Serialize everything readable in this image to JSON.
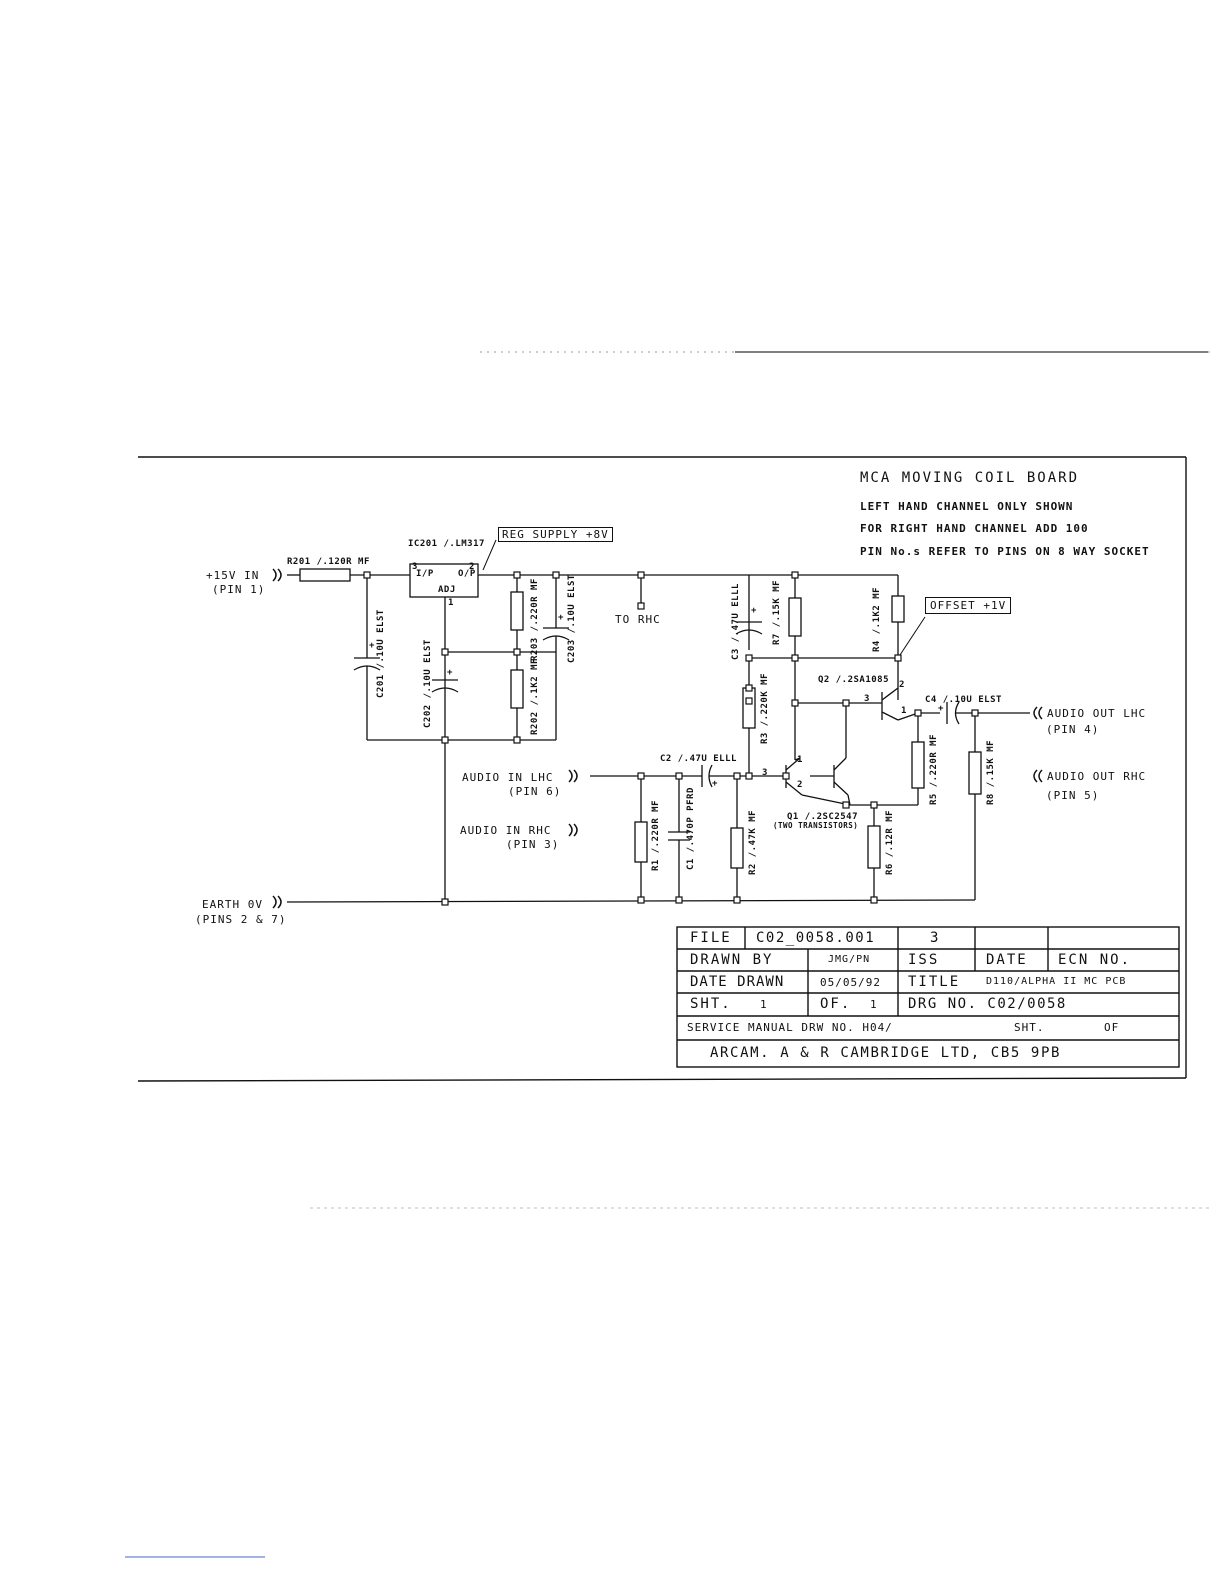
{
  "header": {
    "title": "MCA MOVING COIL BOARD",
    "note1": "LEFT HAND CHANNEL ONLY SHOWN",
    "note2": "FOR RIGHT HAND CHANNEL ADD 100",
    "note3": "PIN No.s REFER TO PINS ON 8 WAY SOCKET"
  },
  "connectors": {
    "v15_in": "+15V IN",
    "v15_pin": "(PIN 1)",
    "earth": "EARTH 0V",
    "earth_pins": "(PINS 2 & 7)",
    "audio_in_lhc": "AUDIO IN LHC",
    "audio_in_lhc_pin": "(PIN 6)",
    "audio_in_rhc": "AUDIO IN RHC",
    "audio_in_rhc_pin": "(PIN 3)",
    "audio_out_lhc": "AUDIO OUT LHC",
    "audio_out_lhc_pin": "(PIN 4)",
    "audio_out_rhc": "AUDIO OUT RHC",
    "audio_out_rhc_pin": "(PIN 5)",
    "to_rhc": "TO RHC"
  },
  "callouts": {
    "reg_supply": "REG SUPPLY +8V",
    "offset": "OFFSET +1V"
  },
  "regulator": {
    "name": "IC201 /.LM317",
    "in": "I/P",
    "out": "O/P",
    "adj": "ADJ",
    "pin1": "1",
    "pin2": "2",
    "pin3": "3"
  },
  "components": {
    "r201": "R201 /.120R MF",
    "c201": "C201 /.10U ELST",
    "c202": "C202 /.10U ELST",
    "r203": "R203 /.220R MF",
    "r202": "R202 /.1K2 MF",
    "c203": "C203 /.10U ELST",
    "c3": "C3 /.47U ELLL",
    "r7": "R7 /.15K MF",
    "r4": "R4 /.1K2 MF",
    "r3": "R3 /.220K MF",
    "q2": "Q2 /.2SA1085",
    "c4": "C4 /.10U ELST",
    "c2": "C2 /.47U ELLL",
    "r1": "R1 /.220R MF",
    "c1": "C1 /.470P PFRD",
    "r2": "R2 /.47K MF",
    "q1": "Q1 /.2SC2547",
    "q1_note": "(TWO TRANSISTORS)",
    "r5": "R5 /.220R MF",
    "r6": "R6 /.12R MF",
    "r8": "R8 /.15K MF",
    "pin_1": "1",
    "pin_2": "2",
    "pin_3": "3",
    "plus": "+"
  },
  "title_block": {
    "file_label": "FILE",
    "file_value": "C02_0058.001",
    "iss_value": "3",
    "drawn_by_label": "DRAWN BY",
    "drawn_by_value": "JMG/PN",
    "iss_label": "ISS",
    "date_label": "DATE",
    "ecn_label": "ECN NO.",
    "date_drawn_label": "DATE DRAWN",
    "date_drawn_value": "05/05/92",
    "title_label": "TITLE",
    "title_value": "D110/ALPHA II MC PCB",
    "sht_label": "SHT.",
    "sht_value": "1",
    "of_label": "OF.",
    "of_value": "1",
    "drg_label": "DRG NO. C02/0058",
    "service_label": "SERVICE MANUAL DRW NO. H04/",
    "service_sht": "SHT.",
    "service_of": "OF",
    "company": "ARCAM. A & R CAMBRIDGE LTD, CB5 9PB"
  }
}
